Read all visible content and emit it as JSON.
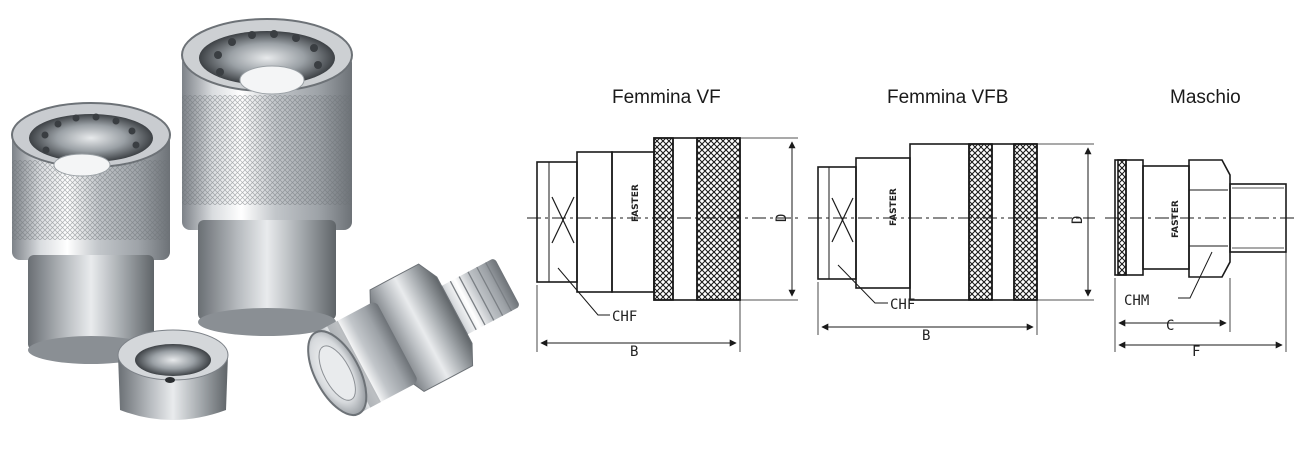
{
  "titles": {
    "female_vf": "Femmina VF",
    "female_vfb": "Femmina VFB",
    "male": "Maschio"
  },
  "labels": {
    "brand": "FASTER",
    "chf": "CHF",
    "chm": "CHM",
    "dim_b": "B",
    "dim_c": "C",
    "dim_d": "D",
    "dim_f": "F"
  },
  "colors": {
    "line": "#1a1a1a",
    "metal_light": "#e6e8ea",
    "metal_dark": "#8d9196",
    "background": "#ffffff"
  }
}
